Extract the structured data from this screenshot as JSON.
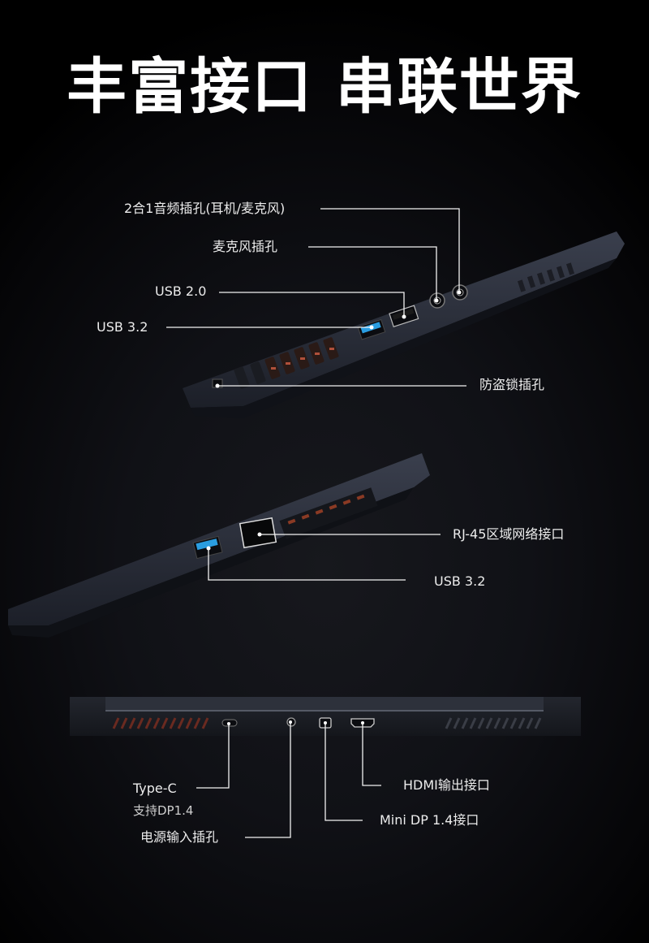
{
  "header": {
    "title": "丰富接口 串联世界"
  },
  "colors": {
    "background": "#0d0e12",
    "text": "#ffffff",
    "usb32_accent": "#2a9de0",
    "vent_accent": "#c0553a",
    "chassis": "#2a2e3a"
  },
  "sections": {
    "left_side": {
      "labels": {
        "audio_combo": "2合1音频插孔(耳机/麦克风)",
        "mic": "麦克风插孔",
        "usb20": "USB 2.0",
        "usb32": "USB 3.2",
        "lock": "防盗锁插孔"
      }
    },
    "right_side": {
      "labels": {
        "rj45": "RJ-45区域网络接口",
        "usb32": "USB 3.2"
      }
    },
    "rear": {
      "labels": {
        "typec": "Type-C",
        "typec_sub": "支持DP1.4",
        "power": "电源输入插孔",
        "minidp": "Mini DP 1.4接口",
        "hdmi": "HDMI输出接口"
      }
    }
  }
}
